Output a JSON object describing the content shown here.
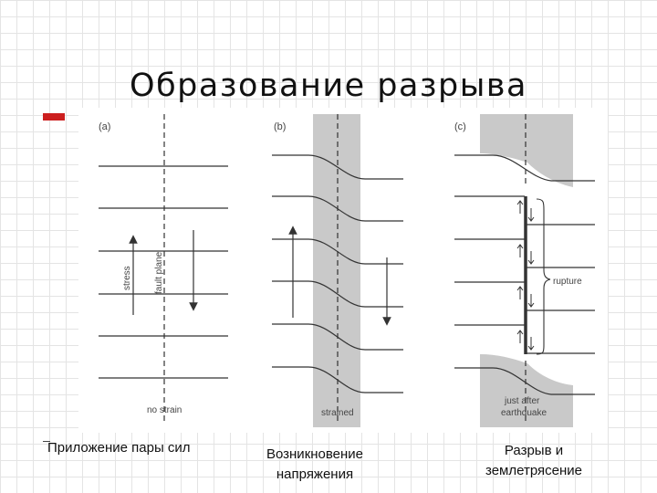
{
  "title": "Образование разрыва",
  "colors": {
    "accent": "#cc1f1f",
    "ink": "#333333",
    "strain_fill": "#c9c9c9"
  },
  "panels": [
    {
      "id": "a",
      "label": "(a)",
      "stress_label": "stress",
      "plane_label": "fault plane",
      "bottom_label": "no strain",
      "caption_line1": "Приложение пары сил",
      "caption_line2": ""
    },
    {
      "id": "b",
      "label": "(b)",
      "bottom_label": "strained",
      "caption_line1": "Возникновение",
      "caption_line2": "напряжения"
    },
    {
      "id": "c",
      "label": "(c)",
      "rupture_label": "rupture",
      "bottom_label_1": "just after",
      "bottom_label_2": "earthquake",
      "caption_line1": "Разрыв и",
      "caption_line2": "землетрясение"
    }
  ]
}
